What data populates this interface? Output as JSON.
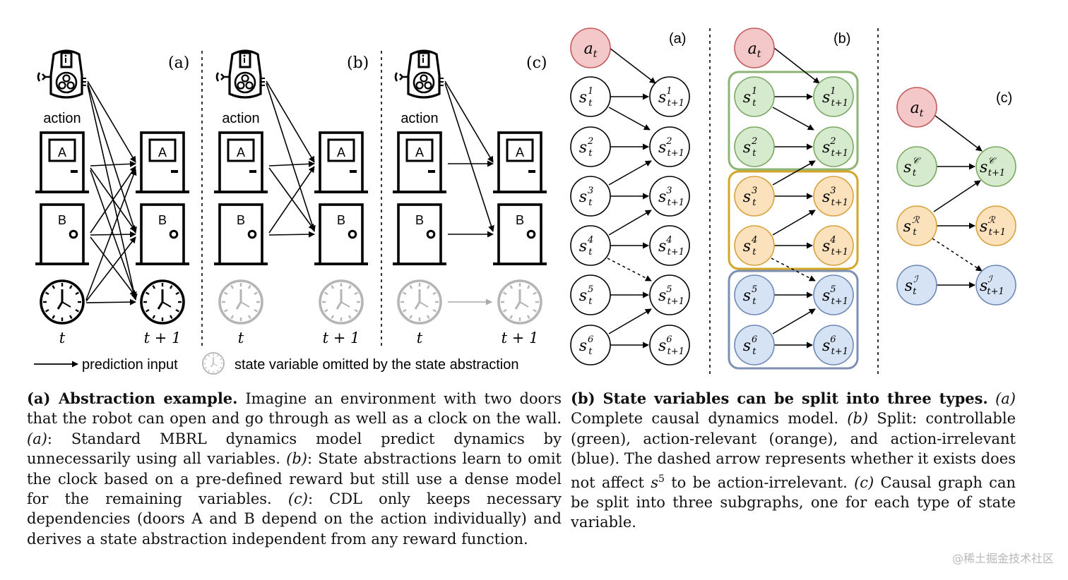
{
  "left_figure": {
    "panels": [
      "(a)",
      "(b)",
      "(c)"
    ],
    "action_label": "action",
    "door_a_label": "A",
    "door_b_label": "B",
    "time_t": "t",
    "time_t1": "t + 1",
    "legend_prediction": "prediction input",
    "legend_omitted": "state variable omitted by the state abstraction"
  },
  "right_figure": {
    "panels": [
      "(a)",
      "(b)",
      "(c)"
    ],
    "colors": {
      "red_fill": "#f4c7c8",
      "red_stroke": "#c45a5a",
      "green_fill": "#d6ebcd",
      "green_stroke": "#7aa863",
      "orange_fill": "#fbe1bc",
      "orange_stroke": "#d7a23c",
      "blue_fill": "#d5e3f5",
      "blue_stroke": "#6f88b5",
      "green_group": "#8db474",
      "orange_group": "#d4a628",
      "blue_group": "#7c90b4"
    }
  },
  "caption_a": {
    "title": "(a) Abstraction example.",
    "t1": " Imagine an environment with two doors that the robot can open and go through as well as a clock on the wall. ",
    "a_tag": "(a)",
    "t2": ": Standard MBRL dynamics model predict dynamics by unnecessarily using all variables. ",
    "b_tag": "(b)",
    "t3": ": State abstractions learn to omit the clock based on a pre-defined reward but still use a dense model for the remaining variables. ",
    "c_tag": "(c)",
    "t4": ": CDL only keeps necessary dependencies (doors A and B depend on the action individually) and derives a state abstraction independent from any reward function."
  },
  "caption_b": {
    "title": "(b) State variables can be split into three types.",
    "a_tag": "(a)",
    "t1": " Complete causal dynamics model. ",
    "b_tag": "(b)",
    "t2": " Split: controllable (green), action-relevant (orange), and action-irrelevant (blue). The dashed arrow represents whether it exists does not affect ",
    "s_var": "s",
    "s_sup": "5",
    "t3": " to be action-irrelevant. ",
    "c_tag": "(c)",
    "t4": " Causal graph can be split into three subgraphs, one for each type of state variable."
  },
  "watermark": "@稀土掘金技术社区"
}
